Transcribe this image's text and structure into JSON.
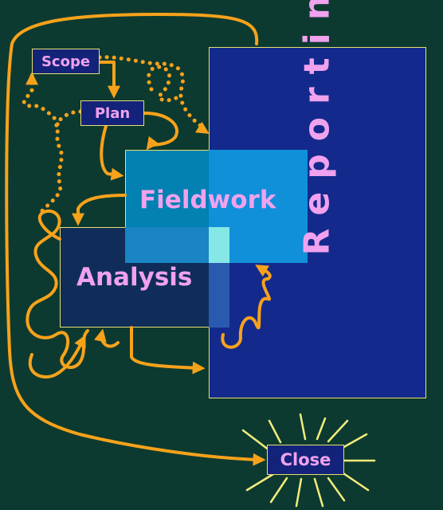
{
  "diagram": {
    "phases": {
      "scope": "Scope",
      "plan": "Plan",
      "fieldwork": "Fieldwork",
      "analysis": "Analysis",
      "reporting": "Reporting",
      "close": "Close"
    },
    "colors": {
      "background": "#0d3a30",
      "box_fill": "#13237a",
      "box_border": "#e8e070",
      "label_pink": "#f0a2ee",
      "fieldwork_fill": "#0096d7",
      "arrow_orange": "#f7a21b",
      "burst_yellow": "#f3ec7c"
    }
  }
}
